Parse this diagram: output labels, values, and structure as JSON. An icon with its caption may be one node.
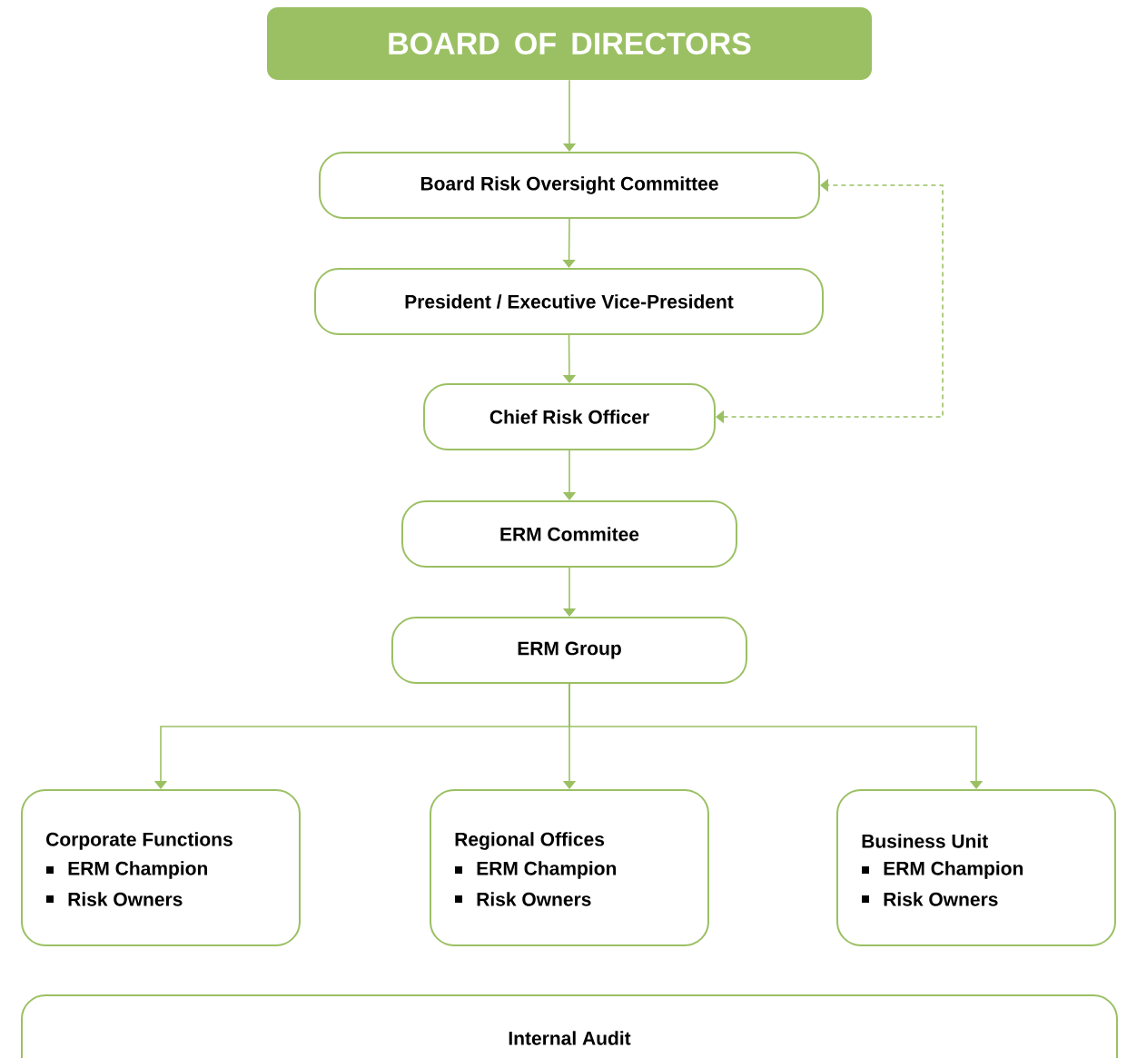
{
  "diagram": {
    "nodes": [
      {
        "text": [
          "BOARD OF DIRECTORS"
        ]
      },
      {
        "text": [
          "Board Risk Oversight Committee"
        ]
      },
      {
        "text": [
          "President / Executive Vice-President"
        ]
      },
      {
        "text": [
          "Chief Risk Officer"
        ]
      },
      {
        "text": [
          "ERM Commitee"
        ]
      },
      {
        "text": [
          "ERM Group"
        ]
      },
      {
        "text": [
          "Corporate Functions",
          "ERM Champion",
          "Risk Owners"
        ]
      },
      {
        "text": [
          "Regional Offices",
          "ERM Champion",
          "Risk Owners"
        ]
      },
      {
        "text": [
          "Business Unit",
          "ERM Champion",
          "Risk Owners"
        ]
      },
      {
        "text": [
          "Internal Audit"
        ]
      }
    ],
    "edges": [
      {
        "from": 0,
        "to": 1,
        "arrow": "to"
      },
      {
        "from": 1,
        "to": 2,
        "arrow": "to"
      },
      {
        "from": 2,
        "to": 3,
        "arrow": "to"
      },
      {
        "from": 3,
        "to": 4,
        "arrow": "to"
      },
      {
        "from": 4,
        "to": 5,
        "arrow": "to"
      },
      {
        "from": 5,
        "to": 6,
        "arrow": "to"
      },
      {
        "from": 5,
        "to": 7,
        "arrow": "to"
      },
      {
        "from": 5,
        "to": 8,
        "arrow": "to"
      },
      {
        "from": 3,
        "to": 1,
        "arrow": "both",
        "style": "dashed"
      }
    ]
  }
}
